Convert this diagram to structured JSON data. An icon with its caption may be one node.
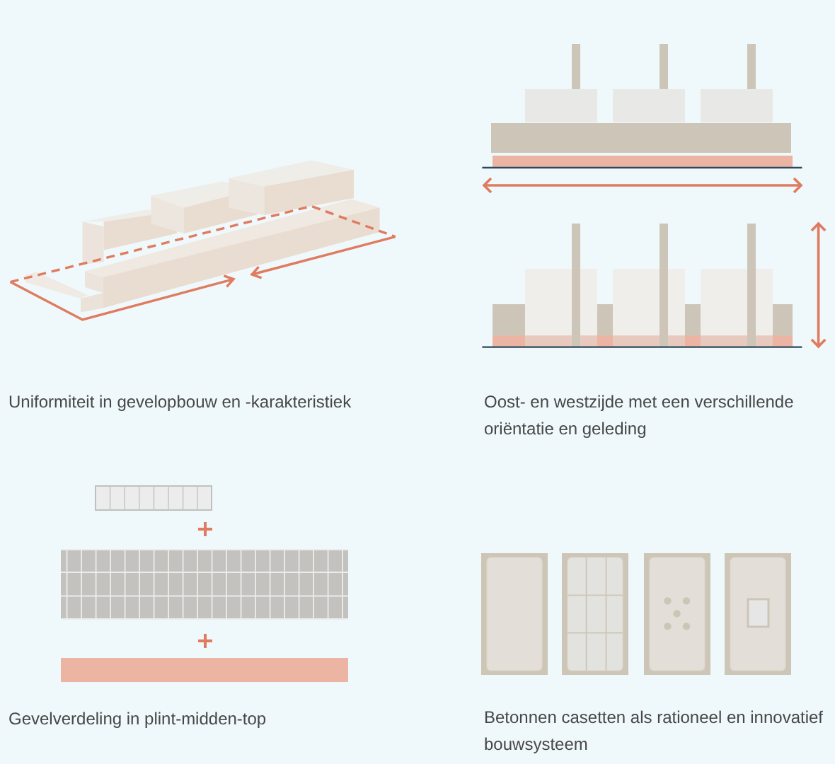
{
  "diagram": {
    "labels": [
      "Uniformiteit in gevelopbouw en -karakteristiek",
      "Oost- en westzijde met een verschillende oriëntatie en geleding",
      "Gevelverdeling in plint-midden-top",
      "Betonnen casetten als rationeel en innovatief bouwsysteem"
    ]
  }
}
